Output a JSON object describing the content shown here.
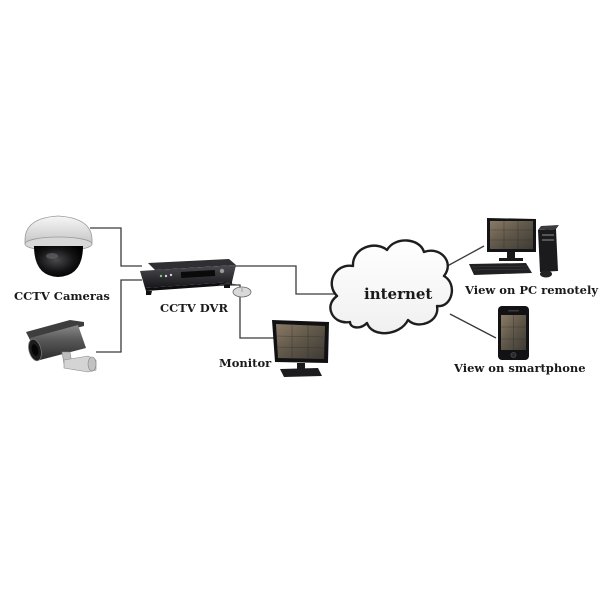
{
  "diagram": {
    "nodes": {
      "cameras": {
        "label": "CCTV Cameras",
        "icon": "cctv-camera-icon"
      },
      "dvr": {
        "label": "CCTV DVR",
        "icon": "dvr-icon"
      },
      "monitor": {
        "label": "Monitor",
        "icon": "monitor-icon"
      },
      "internet": {
        "label": "internet",
        "icon": "cloud-icon"
      },
      "pc": {
        "label": "View on PC remotely",
        "icon": "desktop-computer-icon"
      },
      "smartphone": {
        "label": "View on smartphone",
        "icon": "smartphone-icon"
      }
    },
    "edges": [
      {
        "from": "dome-camera",
        "to": "dvr"
      },
      {
        "from": "bullet-camera",
        "to": "dvr"
      },
      {
        "from": "dvr",
        "to": "monitor"
      },
      {
        "from": "dvr",
        "to": "internet"
      },
      {
        "from": "internet",
        "to": "pc"
      },
      {
        "from": "internet",
        "to": "smartphone"
      }
    ]
  },
  "colors": {
    "line": "#3a3a3a",
    "label": "#1a1a1a",
    "device_dark": "#1f1f22",
    "device_light": "#e6e6e6",
    "screen": "#6a6258"
  }
}
